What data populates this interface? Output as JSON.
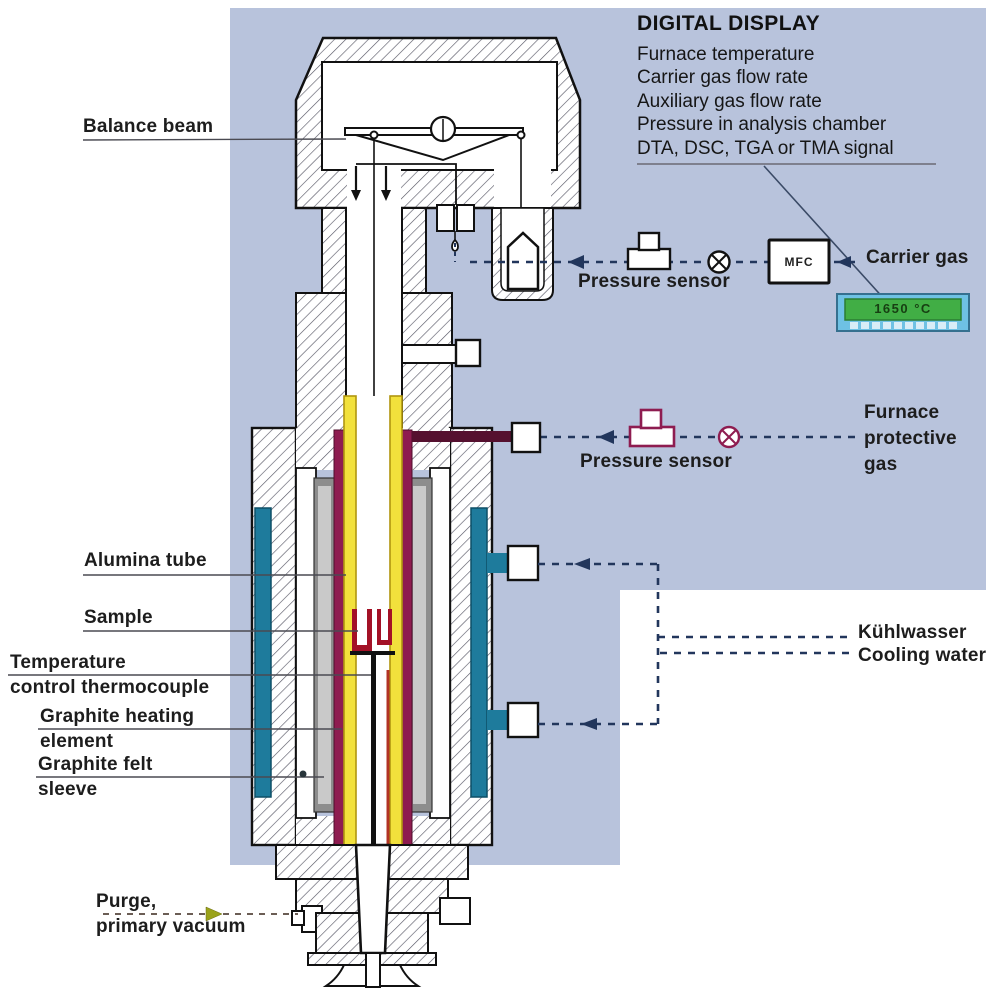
{
  "colors": {
    "panel_blue": "#b8c3dc",
    "cooling_teal": "#1e7b9c",
    "heater_maroon": "#8e1c50",
    "protective_pipe": "#55102f",
    "alumina_yellow": "#f2e13c",
    "alumina_border": "#b0960f",
    "felt_gray": "#8d8d8d",
    "felt_gray_light": "#c9c9c9",
    "sample_red": "#a31126",
    "capillary_red": "#b23325",
    "dash_navy": "#22365c",
    "display_green": "#41ae45",
    "display_frame": "#6ec1e4",
    "purge_arrow_olive": "#9aa21a"
  },
  "digital_display": {
    "title": "DIGITAL DISPLAY",
    "items": [
      "Furnace temperature",
      "Carrier gas flow rate",
      "Auxiliary gas flow rate",
      "Pressure in analysis chamber",
      "DTA, DSC, TGA or TMA signal"
    ]
  },
  "labels": {
    "balance_beam": "Balance beam",
    "alumina_tube": "Alumina tube",
    "sample": "Sample",
    "temperature_line1": "Temperature",
    "temperature_line2": "control thermocouple",
    "graphite_heating_line1": "Graphite heating",
    "graphite_heating_line2": "element",
    "graphite_felt_line1": "Graphite felt",
    "graphite_felt_line2": "sleeve",
    "purge_line1": "Purge,",
    "purge_line2": "primary vacuum",
    "pressure_sensor": "Pressure sensor",
    "carrier_gas": "Carrier gas",
    "protective_gas_line1": "Furnace",
    "protective_gas_line2": "protective",
    "protective_gas_line3": "gas",
    "cooling_de": "Kühlwasser",
    "cooling_en": "Cooling water",
    "mfc": "MFC",
    "display_readout": "1650 °C"
  }
}
